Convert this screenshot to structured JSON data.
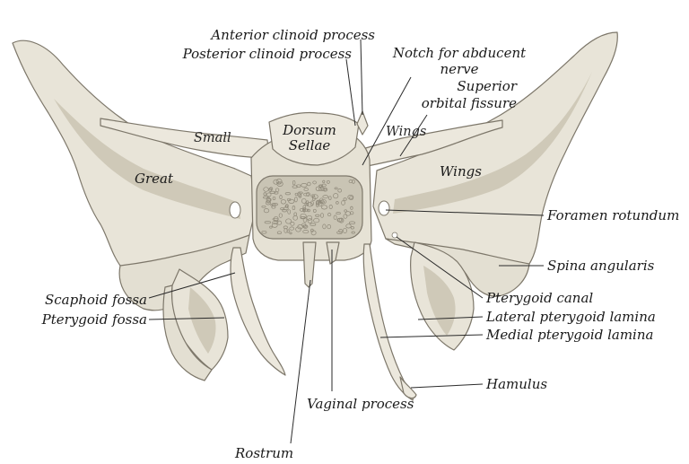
{
  "labels": {
    "anterior_clinoid_process": "Anterior clinoid process",
    "posterior_clinoid_process": "Posterior clinoid process",
    "notch_abducent_line1": "Notch for abducent",
    "notch_abducent_line2": "nerve",
    "superior_orbital_fissure_line1": "Superior",
    "superior_orbital_fissure_line2": "orbital fissure",
    "small": "Small",
    "dorsum": "Dorsum",
    "sellae": "Sellae",
    "wings_small": "Wings",
    "great": "Great",
    "wings_great": "Wings",
    "foramen_rotundum": "Foramen rotundum",
    "spina_angularis": "Spina angularis",
    "scaphoid_fossa": "Scaphoid fossa",
    "pterygoid_fossa": "Pterygoid fossa",
    "pterygoid_canal": "Pterygoid canal",
    "lateral_pterygoid_lamina": "Lateral pterygoid lamina",
    "medial_pterygoid_lamina": "Medial pterygoid lamina",
    "hamulus": "Hamulus",
    "vaginal_process": "Vaginal process",
    "rostrum": "Rostrum"
  },
  "colors": {
    "bone_fill": "#e8e4d8",
    "bone_shade": "#cfc9b8",
    "bone_outline": "#7d776a",
    "body_fill": "#c9c4b4",
    "cancellous_dots": "#8f897a"
  }
}
